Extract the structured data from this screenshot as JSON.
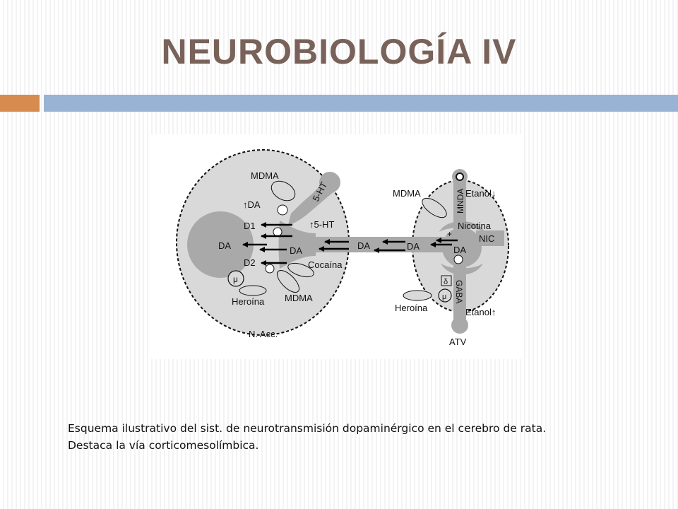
{
  "slide": {
    "title": "NEUROBIOLOGÍA IV",
    "caption_line1": "Esquema ilustrativo del sist. de neurotransmisión dopaminérgico en el cerebro de rata.",
    "caption_line2": "Destaca la vía corticomesolímbica."
  },
  "diagram": {
    "labels": {
      "mdma_top_left": "MDMA",
      "up_da": "↑DA",
      "d1": "D1",
      "da_left": "DA",
      "da_center": "DA",
      "d2": "D2",
      "mu_left": "μ",
      "heroina_left": "Heroína",
      "mdma_bottom": "MDMA",
      "n_acc": "N. Acc.",
      "five_ht_rot": "5-HT",
      "up_five_ht": "↑5-HT",
      "cocaina": "Cocaína",
      "da_axon": "DA",
      "da_right_entry": "DA",
      "mdma_right": "MDMA",
      "mnda": "MNDA",
      "etanol_down": "Etanol↓",
      "nicotina": "Nicotina",
      "plus": "+",
      "nic": "NIC",
      "da_right_cell": "DA",
      "delta": "δ",
      "mu_right": "μ",
      "gaba": "GABA",
      "heroina_right": "Heroína",
      "etanol_up": "Etanol↑",
      "atv": "ATV"
    }
  },
  "colors": {
    "title": "#786259",
    "accent_orange": "#d88b4f",
    "accent_blue": "#98b3d3",
    "region_fill": "#d9d9d9",
    "pathway_fill": "#a9a9a9"
  }
}
